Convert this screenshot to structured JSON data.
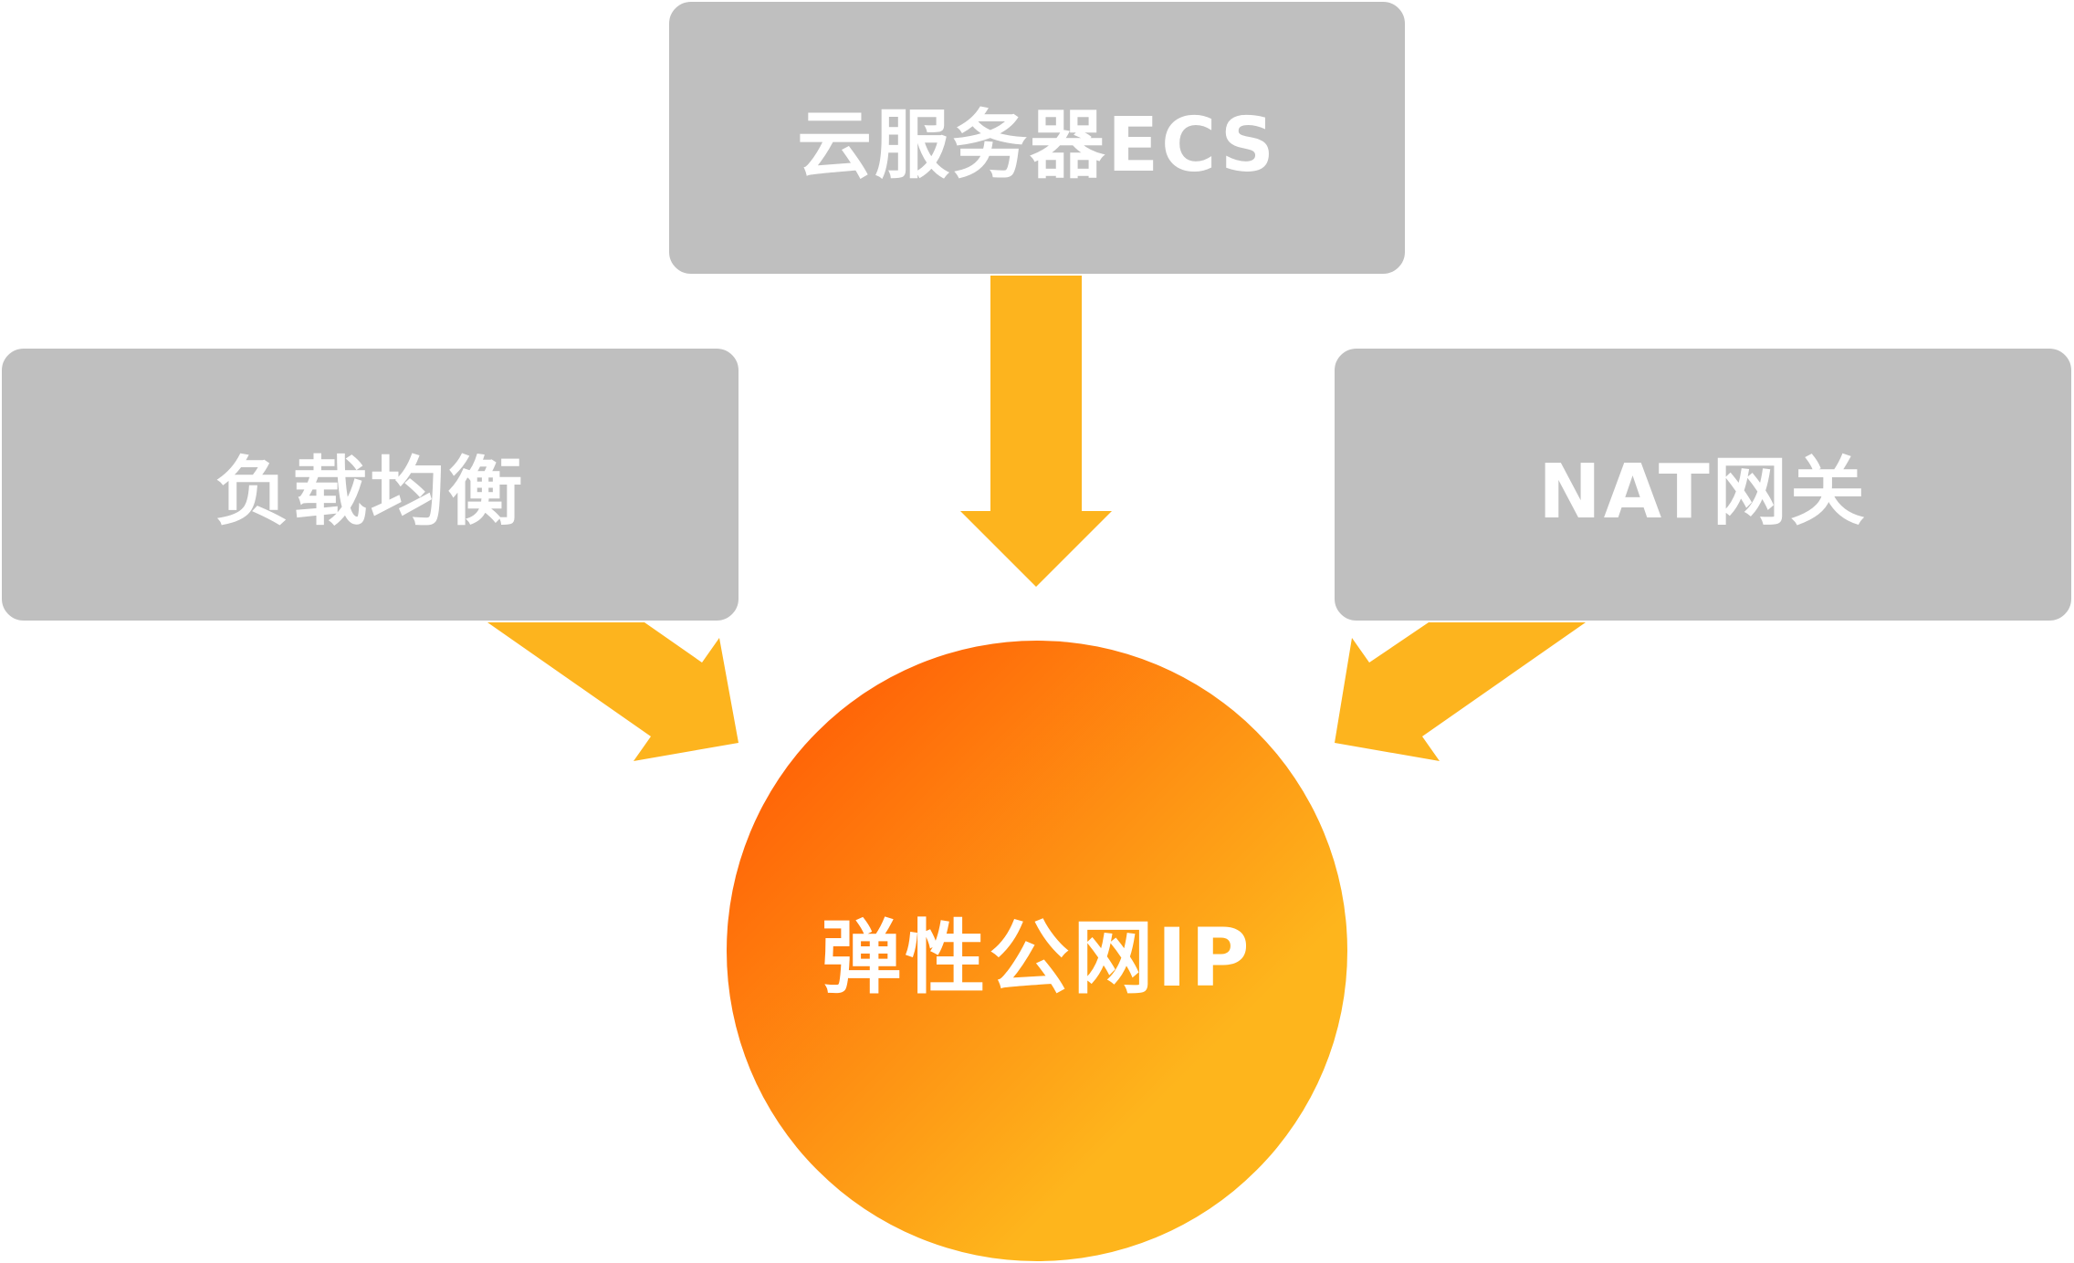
{
  "nodes": {
    "top": {
      "label": "云服务器ECS"
    },
    "left": {
      "label": "负载均衡"
    },
    "right": {
      "label": "NAT网关"
    },
    "center": {
      "label": "弹性公网IP"
    }
  },
  "colors": {
    "box_fill": "#bfbfbf",
    "box_text": "#ffffff",
    "arrow_fill": "#fdb41e",
    "circle_gradient_start": "#ff6608",
    "circle_gradient_end": "#feb51c"
  }
}
